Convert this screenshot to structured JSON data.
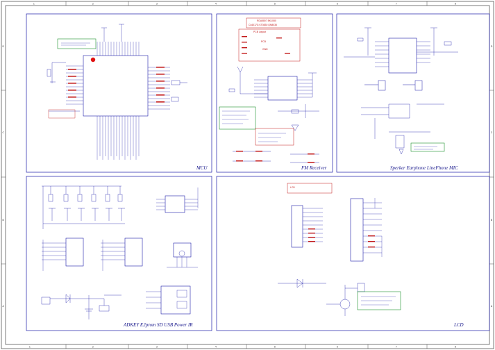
{
  "page": {
    "title": "Schematic sheet"
  },
  "ruler": {
    "top_numbers": [
      "1",
      "2",
      "3",
      "4",
      "5",
      "6",
      "7",
      "8"
    ],
    "bottom_numbers": [
      "1",
      "2",
      "3",
      "4",
      "5",
      "6",
      "7",
      "8"
    ],
    "side_letters": [
      "D",
      "C",
      "B",
      "A"
    ]
  },
  "sections": {
    "mcu": {
      "title": "MCU"
    },
    "fm": {
      "title": "FM Receiver"
    },
    "audio": {
      "title": "Sperker Earphone LineFhone MIC"
    },
    "peripherals": {
      "title": "ADKEY E2prom SD USB Power IR"
    },
    "lcd": {
      "title": "LCD"
    }
  },
  "fm_notes": {
    "line1": "RDA5807 BK1080",
    "line2": "CL6017G KT0830 QN8035",
    "layout_title": "PCB Layout",
    "pcb_label": "PCB",
    "gnd_label": "GND"
  },
  "lcd_notes": {
    "box_label": "LCD"
  },
  "colors": {
    "frame": "#1a1aa8",
    "wire": "#1a1aa8",
    "note_red": "#c21818",
    "note_green": "#1a8f2a",
    "dot": "#e01010"
  }
}
